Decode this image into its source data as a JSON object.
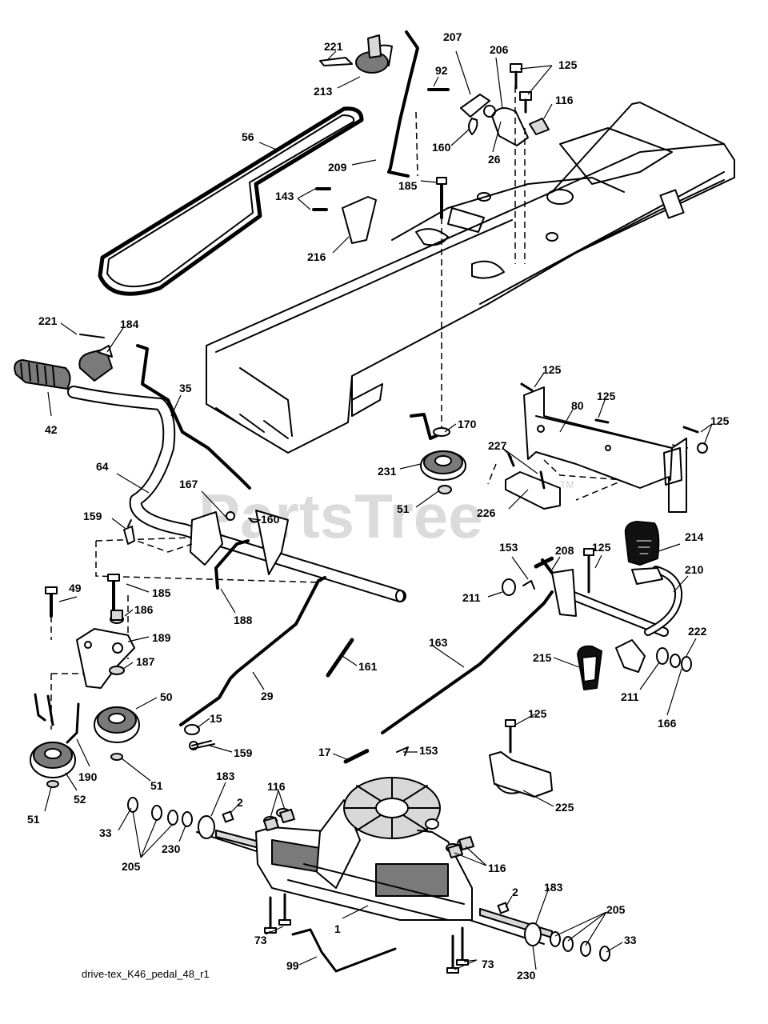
{
  "diagram": {
    "caption": "drive-tex_K46_pedal_48_r1",
    "watermark": "PartsTree",
    "watermark_tm": "TM"
  },
  "labels": {
    "l221a": "221",
    "l213": "213",
    "l207": "207",
    "l206": "206",
    "l125a": "125",
    "l92": "92",
    "l116a": "116",
    "l56": "56",
    "l160a": "160",
    "l26": "26",
    "l209": "209",
    "l185a": "185",
    "l143": "143",
    "l216": "216",
    "l221b": "221",
    "l184": "184",
    "l42": "42",
    "l35": "35",
    "l125b": "125",
    "l125c": "125",
    "l80": "80",
    "l125d": "125",
    "l170": "170",
    "l227": "227",
    "l231": "231",
    "l51a": "51",
    "l226": "226",
    "l64": "64",
    "l167": "167",
    "l160b": "160",
    "l159a": "159",
    "l214": "214",
    "l153a": "153",
    "l208": "208",
    "l125e": "125",
    "l210": "210",
    "l49": "49",
    "l185b": "185",
    "l186": "186",
    "l188": "188",
    "l189": "189",
    "l211a": "211",
    "l222": "222",
    "l187": "187",
    "l163": "163",
    "l161": "161",
    "l215": "215",
    "l50": "50",
    "l29": "29",
    "l211b": "211",
    "l166": "166",
    "l15": "15",
    "l125f": "125",
    "l159b": "159",
    "l17": "17",
    "l153b": "153",
    "l190": "190",
    "l51b": "51",
    "l183a": "183",
    "l116b": "116",
    "l52": "52",
    "l2a": "2",
    "l51c": "51",
    "l225": "225",
    "l33a": "33",
    "l205a": "205",
    "l230a": "230",
    "l116c": "116",
    "l2b": "2",
    "l183b": "183",
    "l1": "1",
    "l205b": "205",
    "l73a": "73",
    "l33b": "33",
    "l99": "99",
    "l73b": "73",
    "l230b": "230"
  }
}
